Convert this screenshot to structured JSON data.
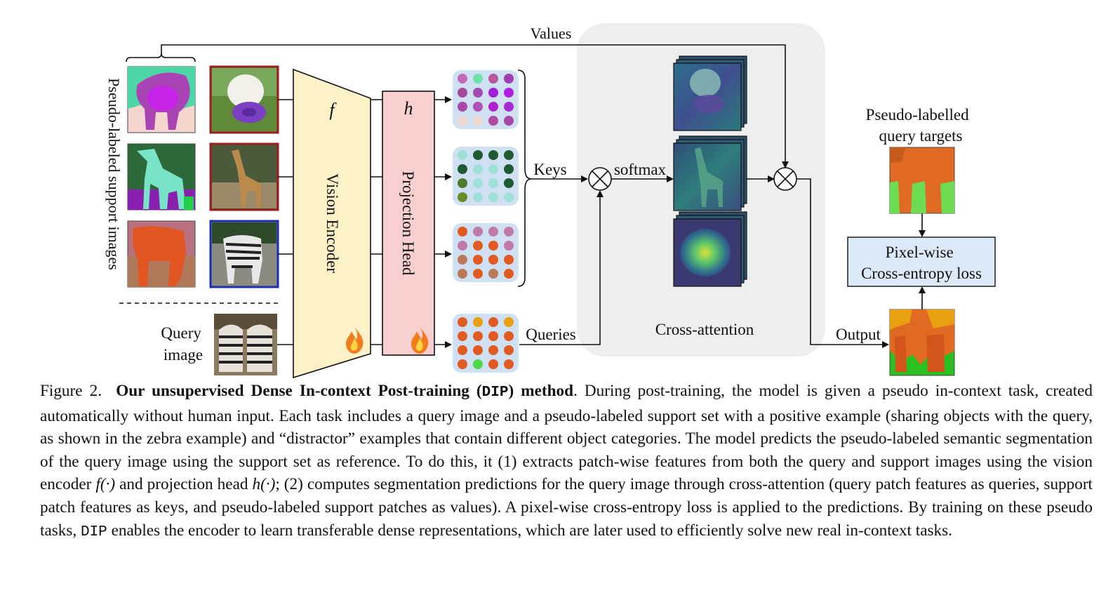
{
  "diagram": {
    "values_label": "Values",
    "keys_label": "Keys",
    "softmax_label": "softmax",
    "queries_label": "Queries",
    "output_label": "Output",
    "cross_attention_label": "Cross-attention",
    "support_images_label": "Pseudo-labeled support images",
    "query_image_label_line1": "Query",
    "query_image_label_line2": "image",
    "encoder_symbol": "f",
    "encoder_label": "Vision Encoder",
    "head_symbol": "h",
    "head_label": "Projection Head",
    "targets_label_line1": "Pseudo-labelled",
    "targets_label_line2": "query targets",
    "loss_label_line1": "Pixel-wise",
    "loss_label_line2": "Cross-entropy loss",
    "multiply_symbol": "⊗",
    "colors": {
      "encoder_fill": "#fdf1c7",
      "head_fill": "#f8cfcf",
      "feature_box": "#cfe0f3",
      "cross_attention_bg": "#eeeeee",
      "loss_box": "#dbe9f8",
      "positive_frame": "#1a2fb0",
      "distractor_frame": "#9a1c1c"
    },
    "icons": [
      "fire-icon",
      "multiply-icon",
      "curly-brace-icon"
    ]
  },
  "caption": {
    "figure_label": "Figure 2.",
    "title_part1": "Our unsupervised Dense In-context Post-training (",
    "title_mono": "DIP",
    "title_part2": ") method",
    "s1": ". During post-training, the model is given a pseudo in-context task, created automatically without human input. Each task includes a query image and a pseudo-labeled support set with a positive example (sharing objects with the query, as shown in the zebra example) and “distractor” examples that contain different object categories. The model predicts the pseudo-labeled semantic segmentation of the query image using the support set as reference. To do this, it (1) extracts patch-wise features from both the query and support images using the vision encoder ",
    "f_expr": "f(·)",
    "s2": " and projection head ",
    "h_expr": "h(·)",
    "s3": "; (2) computes segmentation predictions for the query image through cross-attention (query patch features as queries, support patch features as keys, and pseudo-labeled support patches as values). A pixel-wise cross-entropy loss is applied to the predictions. By training on these pseudo tasks, ",
    "dip_mono": "DIP",
    "s4": " enables the encoder to learn transferable dense representations, which are later used to efficiently solve new real in-context tasks."
  }
}
